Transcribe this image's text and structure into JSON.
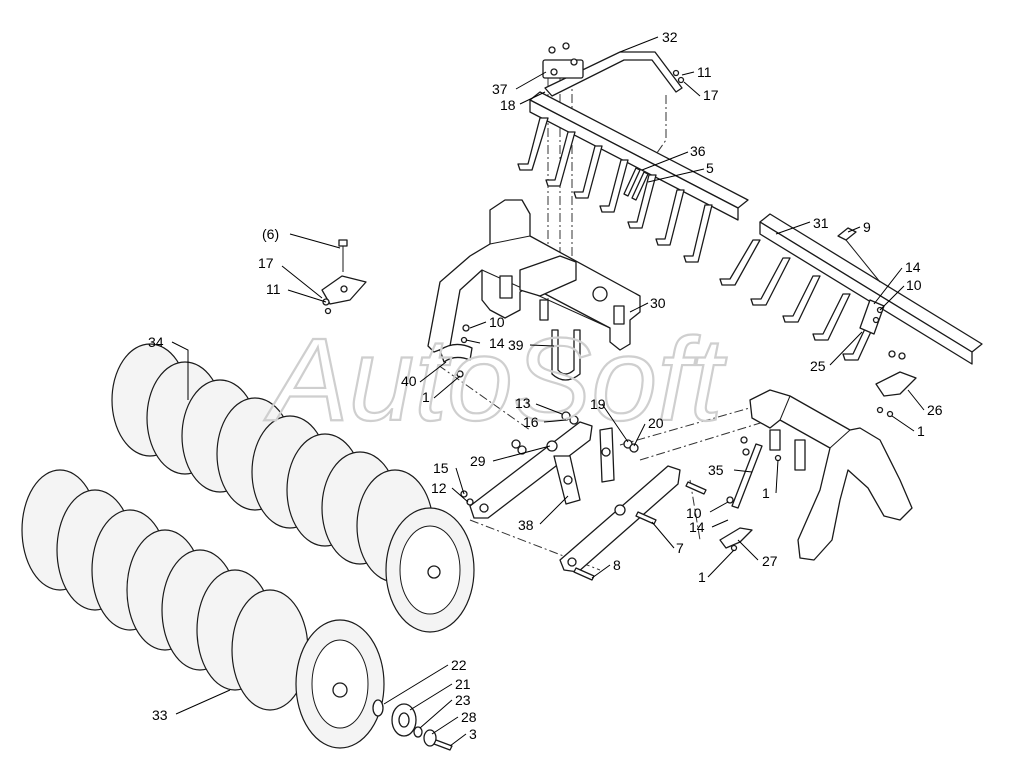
{
  "watermark": "AutoSoft",
  "callouts": [
    {
      "id": "c32",
      "text": "32"
    },
    {
      "id": "c37",
      "text": "37"
    },
    {
      "id": "c18",
      "text": "18"
    },
    {
      "id": "c11a",
      "text": "11"
    },
    {
      "id": "c17a",
      "text": "17"
    },
    {
      "id": "c36",
      "text": "36"
    },
    {
      "id": "c5",
      "text": "5"
    },
    {
      "id": "c31",
      "text": "31"
    },
    {
      "id": "c9",
      "text": "9"
    },
    {
      "id": "c6",
      "text": "(6)"
    },
    {
      "id": "c17b",
      "text": "17"
    },
    {
      "id": "c11b",
      "text": "11"
    },
    {
      "id": "c14a",
      "text": "14"
    },
    {
      "id": "c10a",
      "text": "10"
    },
    {
      "id": "c30",
      "text": "30"
    },
    {
      "id": "c10b",
      "text": "10"
    },
    {
      "id": "c14b",
      "text": "14"
    },
    {
      "id": "c39",
      "text": "39"
    },
    {
      "id": "c34",
      "text": "34"
    },
    {
      "id": "c40",
      "text": "40"
    },
    {
      "id": "c1a",
      "text": "1"
    },
    {
      "id": "c25",
      "text": "25"
    },
    {
      "id": "c26",
      "text": "26"
    },
    {
      "id": "c1b",
      "text": "1"
    },
    {
      "id": "c13",
      "text": "13"
    },
    {
      "id": "c19",
      "text": "19"
    },
    {
      "id": "c16",
      "text": "16"
    },
    {
      "id": "c20",
      "text": "20"
    },
    {
      "id": "c29",
      "text": "29"
    },
    {
      "id": "c15",
      "text": "15"
    },
    {
      "id": "c12",
      "text": "12"
    },
    {
      "id": "c35",
      "text": "35"
    },
    {
      "id": "c1c",
      "text": "1"
    },
    {
      "id": "c10c",
      "text": "10"
    },
    {
      "id": "c14c",
      "text": "14"
    },
    {
      "id": "c38",
      "text": "38"
    },
    {
      "id": "c7",
      "text": "7"
    },
    {
      "id": "c27",
      "text": "27"
    },
    {
      "id": "c8",
      "text": "8"
    },
    {
      "id": "c1d",
      "text": "1"
    },
    {
      "id": "c22",
      "text": "22"
    },
    {
      "id": "c21",
      "text": "21"
    },
    {
      "id": "c23",
      "text": "23"
    },
    {
      "id": "c28",
      "text": "28"
    },
    {
      "id": "c33",
      "text": "33"
    },
    {
      "id": "c3",
      "text": "3"
    }
  ]
}
